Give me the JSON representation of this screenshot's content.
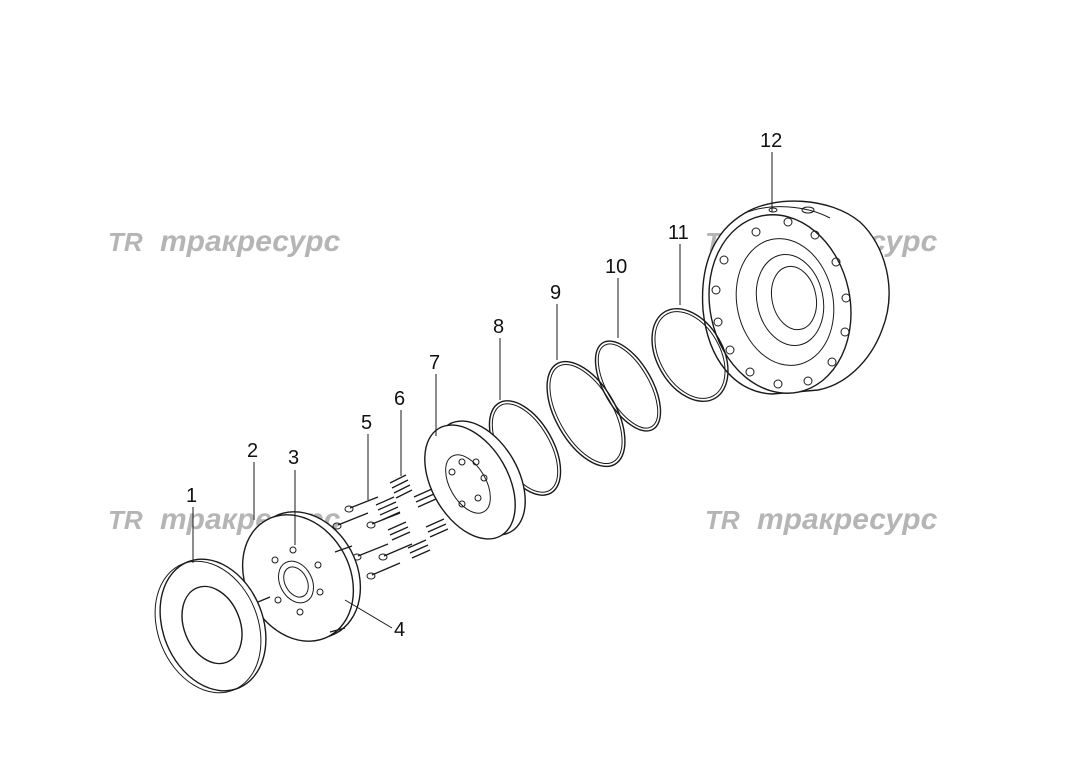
{
  "watermarks": [
    {
      "logo": "TR",
      "text": "тракресурс"
    },
    {
      "logo": "TR",
      "text": "тракресурс"
    },
    {
      "logo": "TR",
      "text": "тракресурс"
    }
  ],
  "callouts": [
    "1",
    "2",
    "3",
    "4",
    "5",
    "6",
    "7",
    "8",
    "9",
    "10",
    "11",
    "12"
  ]
}
